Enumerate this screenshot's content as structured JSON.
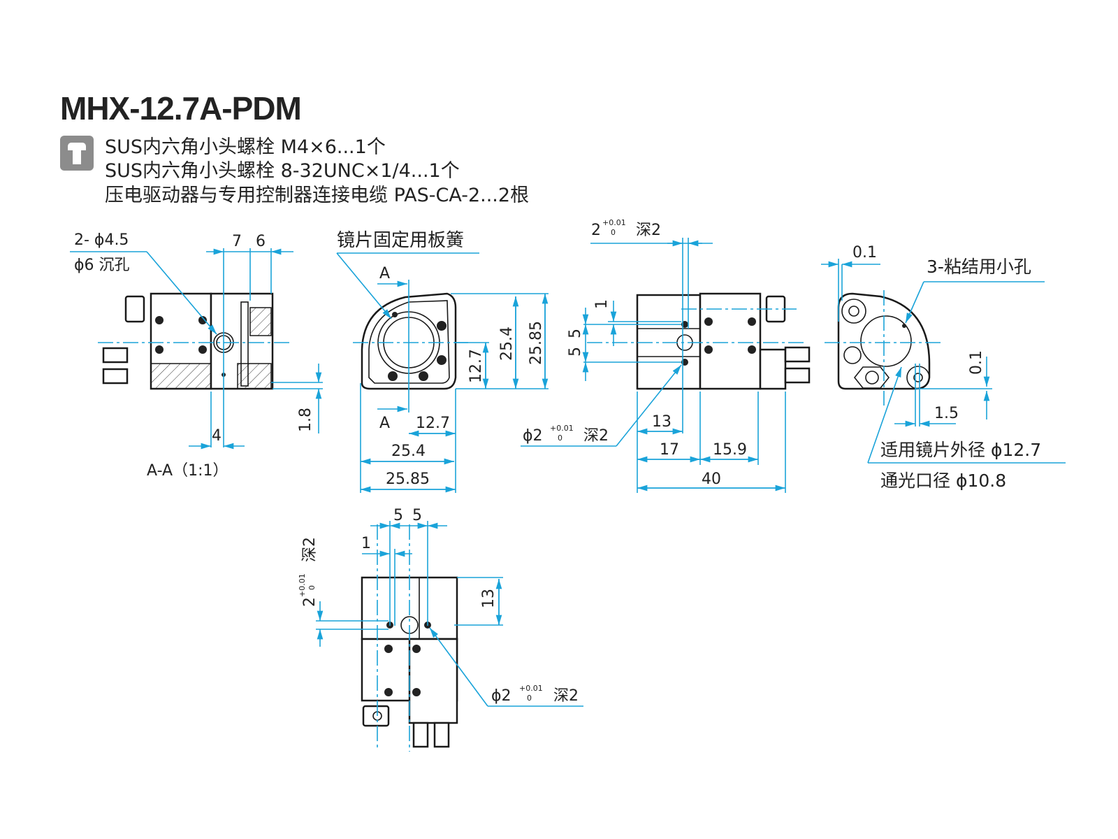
{
  "title": "MHX-12.7A-PDM",
  "accessories_icon": "bolt-icon",
  "accessories": [
    "SUS内六角小头螺栓 M4×6...1个",
    "SUS内六角小头螺栓 8-32UNC×1/4...1个",
    "压电驱动器与专用控制器连接电缆 PAS-CA-2...2根"
  ],
  "colors": {
    "dimension": "#1aa3d9",
    "outline": "#1a1a1a",
    "icon": "#8c8c8c"
  },
  "section_view": {
    "hole_label_1": "2- ϕ4.5",
    "hole_label_2": "ϕ6 沉孔",
    "dim_7": "7",
    "dim_6": "6",
    "dim_4": "4",
    "dim_1_8": "1.8",
    "caption": "A-A（1:1）"
  },
  "front_view": {
    "spring_label": "镜片固定用板簧",
    "section_mark_top": "A",
    "section_mark_bottom": "A",
    "dim_12_7_h": "12.7",
    "dim_25_4_h": "25.4",
    "dim_25_85_h": "25.85",
    "dim_12_7_v": "12.7",
    "dim_25_4_v": "25.4",
    "dim_25_85_v": "25.85"
  },
  "side_view": {
    "pin_top": {
      "main": "2",
      "tol_upper": "+0.01",
      "tol_lower": "0",
      "depth": "深2"
    },
    "pin_bottom": {
      "main": "ϕ2",
      "tol_upper": "+0.01",
      "tol_lower": "0",
      "depth": "深2"
    },
    "dim_1": "1",
    "dim_5a": "5",
    "dim_5b": "5",
    "dim_13": "13",
    "dim_17": "17",
    "dim_15_9": "15.9",
    "dim_40": "40"
  },
  "rear_view": {
    "dim_0_1_top": "0.1",
    "glue_holes": "3-粘结用小孔",
    "dim_0_1_side": "0.1",
    "dim_1_5": "1.5",
    "mirror_od": "适用镜片外径 ϕ12.7",
    "aperture": "通光口径 ϕ10.8"
  },
  "top_view": {
    "dim_5a": "5",
    "dim_5b": "5",
    "dim_1": "1",
    "dim_13": "13",
    "pin_left": {
      "main": "2",
      "tol_upper": "+0.01",
      "tol_lower": "0",
      "depth": "深2"
    },
    "pin_right": {
      "main": "ϕ2",
      "tol_upper": "+0.01",
      "tol_lower": "0",
      "depth": "深2"
    }
  }
}
